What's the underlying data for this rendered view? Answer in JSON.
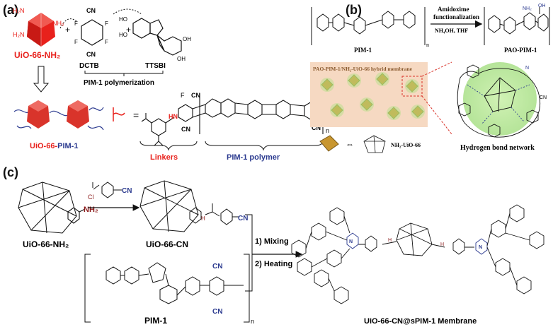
{
  "colors": {
    "red": "#e8211c",
    "navy": "#2b3a8f",
    "mof_red": "#d9342b",
    "green": "#9fdc7a",
    "peach": "#f6d9c2",
    "octa": "#c8962f",
    "black": "#111111"
  },
  "panel_a": {
    "label": "(a)",
    "mof_name": "UiO-66-NH₂",
    "nh2_a": "H₂N",
    "nh2_b": "NH₂",
    "nh2_c": "H₂N",
    "cn_top": "CN",
    "cn_bottom": "CN",
    "f": "F",
    "dctb": "DCTB",
    "ttsbi": "TTSBI",
    "oh": "OH",
    "ho": "HO",
    "polymerization": "PIM-1 polymerization",
    "product_prefix": "UiO-66-",
    "product_suffix": "PIM-1",
    "equals": "=",
    "hn": "HN",
    "n": "n",
    "linkers": "Linkers",
    "pim_polymer": "PIM-1 polymer"
  },
  "panel_b": {
    "label": "(b)",
    "pim1": "PIM-1",
    "reaction_line1": "Amidoxime",
    "reaction_line2": "functionalization",
    "reaction_line3": "NH₄OH, THF",
    "pao_pim1": "PAO-PIM-1",
    "membrane_title": "PAO-PIM-1/NH₂-UiO-66 hybrid membrane",
    "nh2_uio66": "NH₂-UiO-66",
    "hbond": "Hydrogen bond network",
    "oh": "OH",
    "nh2": "NH₂",
    "n": "N",
    "cn": "CN",
    "sub_n": "n"
  },
  "panel_c": {
    "label": "(c)",
    "uio_nh2": "UiO-66-NH₂",
    "nh2": "NH₂",
    "cl": "Cl",
    "cn": "CN",
    "uio_cn": "UiO-66-CN",
    "step1": "1) Mixing",
    "step2": "2) Heating",
    "pim1": "PIM-1",
    "product": "UiO-66-CN@sPIM-1 Membrane",
    "n_sub": "n",
    "h": "H",
    "nn": "N"
  }
}
